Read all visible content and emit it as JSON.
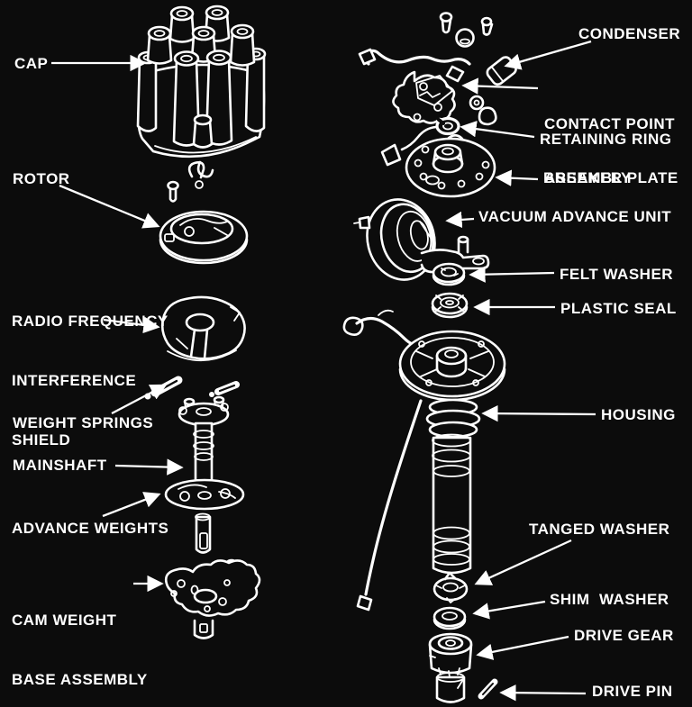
{
  "diagram": {
    "colors": {
      "background": "#0c0c0c",
      "ink": "#ffffff"
    },
    "labels": {
      "cap": "CAP",
      "rotor": "ROTOR",
      "rfi_shield": [
        "RADIO FREQUENCY",
        "INTERFERENCE",
        "SHIELD"
      ],
      "weight_springs": "WEIGHT SPRINGS",
      "mainshaft": "MAINSHAFT",
      "advance_weights": "ADVANCE WEIGHTS",
      "cam_weight_base": [
        "CAM WEIGHT",
        "BASE ASSEMBLY"
      ],
      "condenser": "CONDENSER",
      "contact_point": [
        "CONTACT POINT",
        "ASSEMBLY"
      ],
      "retaining_ring": "RETAINING RING",
      "breaker_plate": "BREAKER PLATE",
      "vacuum_advance": "VACUUM ADVANCE UNIT",
      "felt_washer": "FELT WASHER",
      "plastic_seal": "PLASTIC SEAL",
      "housing": "HOUSING",
      "tanged_washer": "TANGED WASHER",
      "shim_washer": "SHIM  WASHER",
      "drive_gear": "DRIVE GEAR",
      "drive_pin": "DRIVE PIN"
    }
  }
}
